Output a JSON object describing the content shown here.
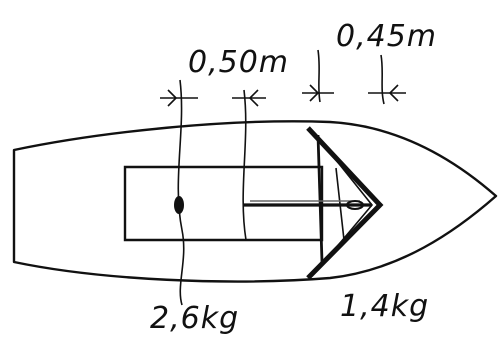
{
  "diagram": {
    "stroke_color": "#111111",
    "background": "#ffffff",
    "dimensions": [
      {
        "id": "dim-left",
        "label": "0,50m"
      },
      {
        "id": "dim-right",
        "label": "0,45m"
      }
    ],
    "masses": [
      {
        "id": "mass-left",
        "label": "2,6kg"
      },
      {
        "id": "mass-right",
        "label": "1,4kg"
      }
    ]
  }
}
